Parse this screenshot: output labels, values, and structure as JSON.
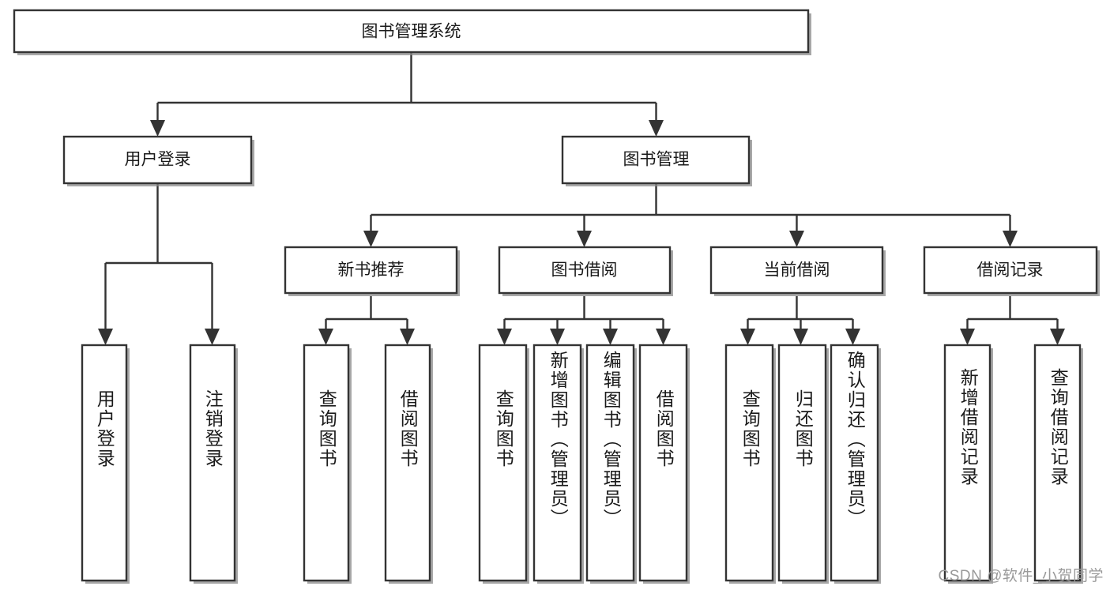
{
  "diagram": {
    "title": "图书管理系统",
    "type": "tree",
    "root": {
      "label": "图书管理系统",
      "level": 0
    },
    "level2": [
      {
        "label": "用户登录"
      },
      {
        "label": "图书管理"
      }
    ],
    "level3": [
      {
        "label": "新书推荐"
      },
      {
        "label": "图书借阅"
      },
      {
        "label": "当前借阅"
      },
      {
        "label": "借阅记录"
      }
    ],
    "leaves": {
      "user_login": [
        {
          "label": "用户登录"
        },
        {
          "label": "注销登录"
        }
      ],
      "new_book_recommend": [
        {
          "label": "查询图书"
        },
        {
          "label": "借阅图书"
        }
      ],
      "book_borrow": [
        {
          "label": "查询图书"
        },
        {
          "label": "新增图书（管理员）"
        },
        {
          "label": "编辑图书（管理员）"
        },
        {
          "label": "借阅图书"
        }
      ],
      "current_borrow": [
        {
          "label": "查询图书"
        },
        {
          "label": "归还图书"
        },
        {
          "label": "确认归还（管理员）"
        }
      ],
      "borrow_record": [
        {
          "label": "新增借阅记录"
        },
        {
          "label": "查询借阅记录"
        }
      ]
    }
  },
  "watermark": {
    "text": "CSDN @软件_小贺同学"
  },
  "colors": {
    "box_stroke": "#333333",
    "box_fill": "#ffffff",
    "text": "#1a1a1a",
    "shadow": "#8a8a8a",
    "watermark": "#9a9a9a",
    "background": "#ffffff"
  }
}
